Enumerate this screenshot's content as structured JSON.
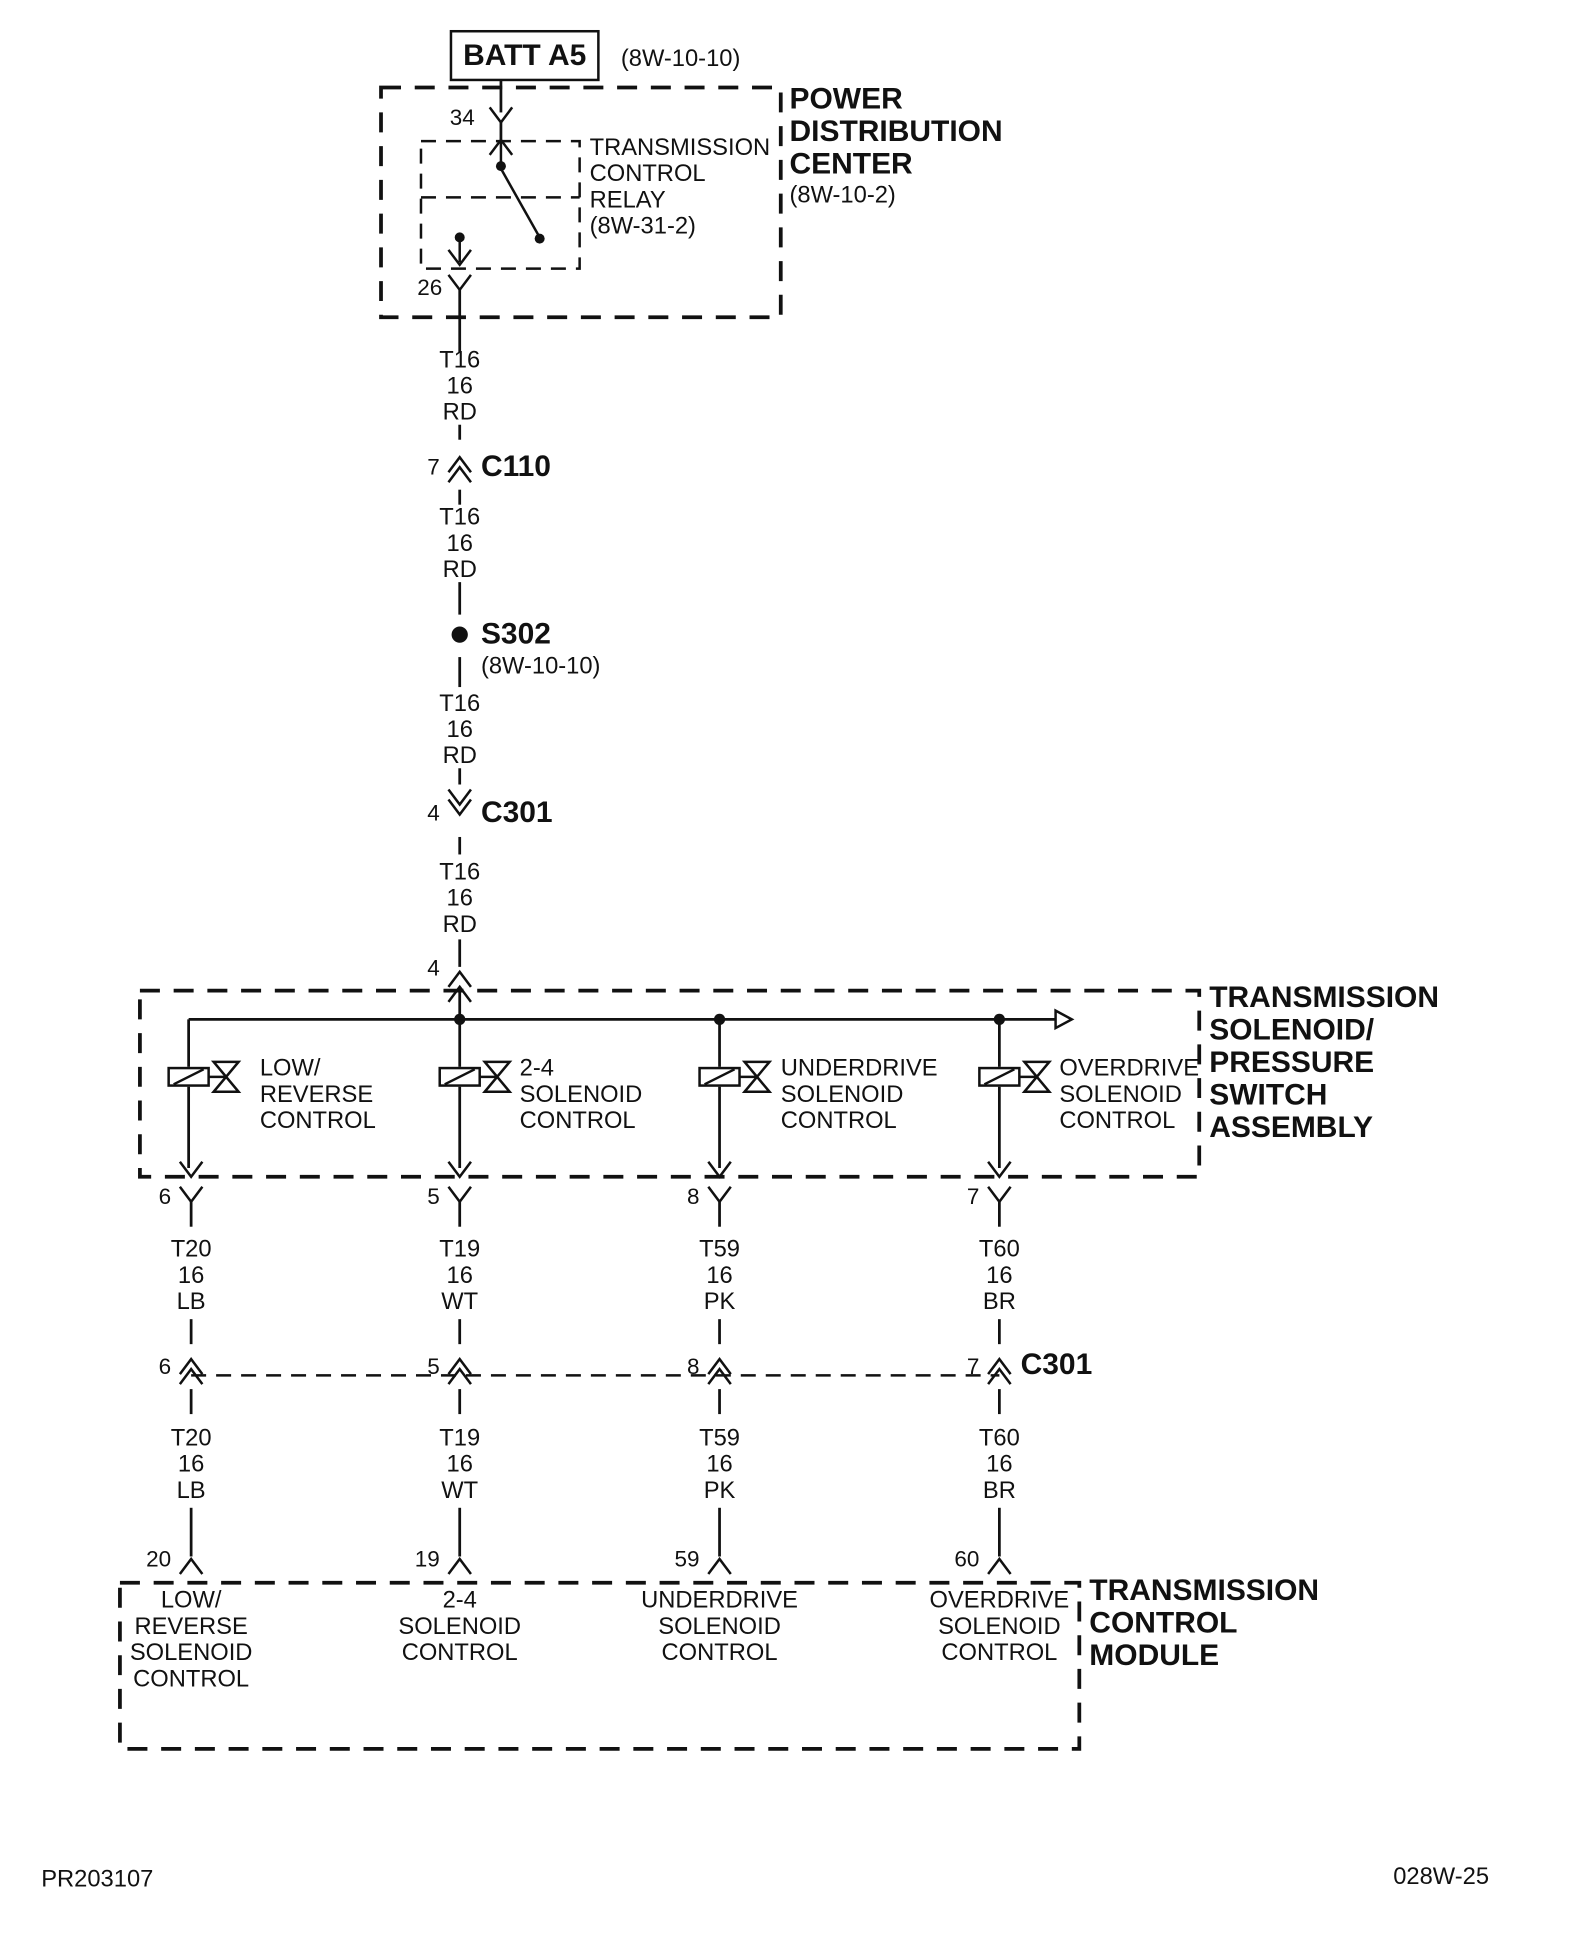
{
  "batt": {
    "label": "BATT A5",
    "ref": "(8W-10-10)"
  },
  "pdc": {
    "title_lines": [
      "POWER",
      "DISTRIBUTION",
      "CENTER"
    ],
    "ref": "(8W-10-2)",
    "pin_top": "34",
    "pin_bottom": "26"
  },
  "relay": {
    "lines": [
      "TRANSMISSION",
      "CONTROL",
      "RELAY",
      "(8W-31-2)"
    ]
  },
  "main_wire_segments": [
    [
      "T16",
      "16",
      "RD"
    ],
    [
      "T16",
      "16",
      "RD"
    ],
    [
      "T16",
      "16",
      "RD"
    ],
    [
      "T16",
      "16",
      "RD"
    ]
  ],
  "c110": {
    "name": "C110",
    "pin": "7"
  },
  "s302": {
    "name": "S302",
    "ref": "(8W-10-10)"
  },
  "c301_top": {
    "name": "C301",
    "pin": "4"
  },
  "solenoid_assembly": {
    "entry_pin": "4",
    "title_lines": [
      "TRANSMISSION",
      "SOLENOID/",
      "PRESSURE",
      "SWITCH",
      "ASSEMBLY"
    ],
    "solenoids": [
      {
        "lines": [
          "LOW/",
          "REVERSE",
          "CONTROL"
        ]
      },
      {
        "lines": [
          "2-4",
          "SOLENOID",
          "CONTROL"
        ]
      },
      {
        "lines": [
          "UNDERDRIVE",
          "SOLENOID",
          "CONTROL"
        ]
      },
      {
        "lines": [
          "OVERDRIVE",
          "SOLENOID",
          "CONTROL"
        ]
      }
    ]
  },
  "branches": [
    {
      "out_pin": "6",
      "wire": [
        "T20",
        "16",
        "LB"
      ],
      "c301_pin": "6",
      "wire2": [
        "T20",
        "16",
        "LB"
      ],
      "tcm_pin": "20"
    },
    {
      "out_pin": "5",
      "wire": [
        "T19",
        "16",
        "WT"
      ],
      "c301_pin": "5",
      "wire2": [
        "T19",
        "16",
        "WT"
      ],
      "tcm_pin": "19"
    },
    {
      "out_pin": "8",
      "wire": [
        "T59",
        "16",
        "PK"
      ],
      "c301_pin": "8",
      "wire2": [
        "T59",
        "16",
        "PK"
      ],
      "tcm_pin": "59"
    },
    {
      "out_pin": "7",
      "wire": [
        "T60",
        "16",
        "BR"
      ],
      "c301_pin": "7",
      "wire2": [
        "T60",
        "16",
        "BR"
      ],
      "tcm_pin": "60"
    }
  ],
  "c301_bottom": {
    "name": "C301"
  },
  "tcm": {
    "title_lines": [
      "TRANSMISSION",
      "CONTROL",
      "MODULE"
    ],
    "inputs": [
      {
        "lines": [
          "LOW/",
          "REVERSE",
          "SOLENOID",
          "CONTROL"
        ]
      },
      {
        "lines": [
          "2-4",
          "SOLENOID",
          "CONTROL"
        ]
      },
      {
        "lines": [
          "UNDERDRIVE",
          "SOLENOID",
          "CONTROL"
        ]
      },
      {
        "lines": [
          "OVERDRIVE",
          "SOLENOID",
          "CONTROL"
        ]
      }
    ]
  },
  "footer": {
    "left": "PR203107",
    "right": "028W-25"
  }
}
